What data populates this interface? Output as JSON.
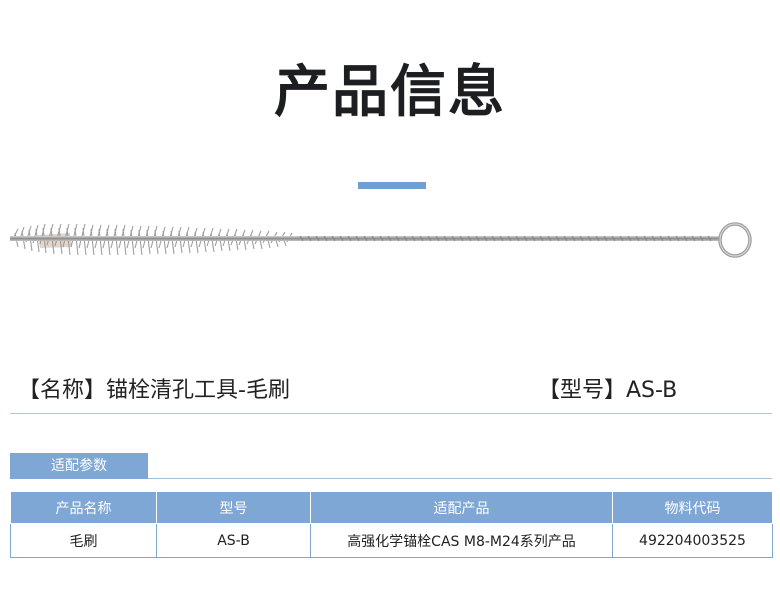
{
  "header": {
    "title": "产品信息"
  },
  "product": {
    "name_label": "【名称】锚栓清孔工具-毛刷",
    "model_label": "【型号】AS-B"
  },
  "section": {
    "tab_label": "适配参数"
  },
  "table": {
    "headers": [
      "产品名称",
      "型号",
      "适配产品",
      "物料代码"
    ],
    "rows": [
      [
        "毛刷",
        "AS-B",
        "高强化学锚栓CAS M8-M24系列产品",
        "492204003525"
      ]
    ]
  },
  "colors": {
    "accent": "#7ea7d6",
    "title": "#1d1e22"
  },
  "image": {
    "icon": "wire-brush-image"
  }
}
